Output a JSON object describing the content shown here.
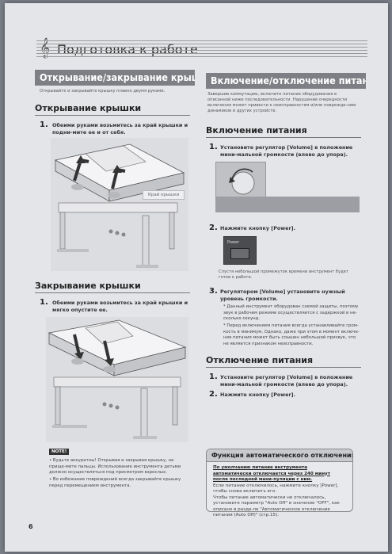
{
  "header": {
    "icon": "treble-clef-icon",
    "clef": "𝄞",
    "title": "Подготовка к работе"
  },
  "left": {
    "banner": "Открывание/закрывание крышки",
    "intro": "Открывайте и закрывайте крышку плавно двумя руками.",
    "open": {
      "heading": "Открывание крышки",
      "step_num": "1.",
      "step_text": "Обеими руками возьмитесь за край крышки и подни-мите ее и от себя.",
      "callout": "Край крышки"
    },
    "close": {
      "heading": "Закрывание крышки",
      "step_num": "1.",
      "step_text": "Обеими руками возьмитесь за край крышки и мягко опустите ее."
    },
    "note": {
      "badge": "NOTE!",
      "items": [
        "Будьте аккуратны! Открывая и закрывая крышку, не прище-мите пальцы. Использование инструмента детьми должно осуществляться под присмотром взрослых.",
        "Во избежание повреждений всегда закрывайте крышку перед перемещением инструмента."
      ]
    }
  },
  "right": {
    "banner": "Включение/отключение питания",
    "intro": "Завершив коммутацию, включите питание оборудования в описанной ниже последовательности. Нарушение очередности включения может привести к неисправностям и/или поврежде-нию динамиков и других устройств.",
    "on": {
      "heading": "Включение питания",
      "step1_num": "1.",
      "step1_text": "Установите регулятор [Volume] в положение мини-мальной громкости (влево до упора).",
      "step2_num": "2.",
      "step2_text": "Нажмите кнопку [Power].",
      "power_label": "Power",
      "after_power": "Спустя небольшой промежуток времени инструмент будет готов к работе.",
      "step3_num": "3.",
      "step3_text": "Регулятором [Volume] установите нужный уровень громкости.",
      "step3_notes": [
        "Данный инструмент оборудован схемой защиты, поэтому звук в рабочем режиме осуществляется с задержкой в не-сколько секунд.",
        "Перед включением питания всегда устанавливайте гром-кость в минимум. Однако, даже при этом в момент включе-ния питания может быть слышен небольшой призвук, что не является признаком неисправности."
      ]
    },
    "off": {
      "heading": "Отключение питания",
      "step1_num": "1.",
      "step1_text": "Установите регулятор [Volume] в положение мини-мальной громкости (влево до упора).",
      "step2_num": "2.",
      "step2_text": "Нажмите кнопку [Power]."
    },
    "auto_off": {
      "title": "Функция автоматического отключения питания",
      "bold_text": "По умолчанию питание инструмента автоматически отключается через 240 минут после последней мани-пуляции с ним.",
      "text1": "Если питание отключилось, нажмите кнопку [Power], чтобы снова включить его.",
      "text2": "Чтобы питание автоматически не отключалось, установите параметр \"Auto Off\" в значение \"OFF\", как описано в разде-ле \"Автоматическое отключение питания (Auto Off)\" (стр.15)."
    }
  },
  "page_number": "6"
}
